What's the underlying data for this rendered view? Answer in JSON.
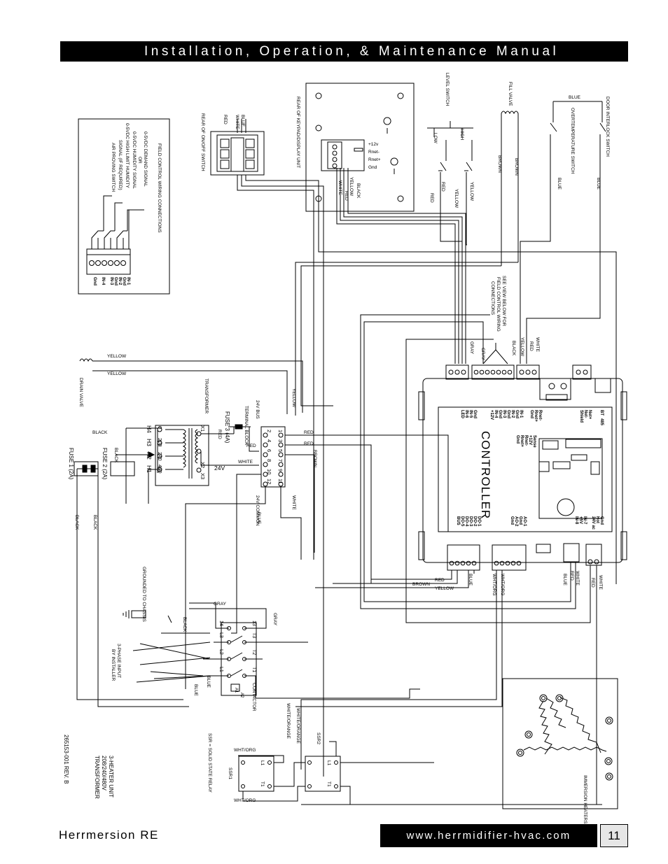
{
  "header": {
    "title": "Installation, Operation, & Maintenance Manual"
  },
  "footer": {
    "brand": "Herrmersion RE",
    "url": "www.herrmidifier-hvac.com",
    "page": "11"
  },
  "diagram": {
    "controller": "CONTROLLER",
    "field_wiring": {
      "title": "FIELD CONTROL WIRING CONNECTIONS",
      "demand": "0-5VDC DEMAND SIGNAL",
      "or": "OR",
      "humidity": "0-5VDC HUMIDITY SIGNAL",
      "highlimit": "0-5VDC HIGH LIMIT HUMIDITY",
      "signal": "SIGNAL (IF REQUIRED)",
      "airproving": "AIR PROVING SWITCH",
      "terminals": [
        "IN-1",
        "Gnd",
        "IN-2",
        "Gnd",
        "IN-3",
        "IN-4",
        "Gnd"
      ]
    },
    "keypad": {
      "label": "REAR OF KEYPAD/DISPLAY UNIT",
      "terminals": [
        "+12v",
        "Rnet-",
        "Rnet+",
        "Gnd"
      ],
      "wires": [
        "BLACK",
        "YELLOW",
        "RED",
        "WHITE"
      ]
    },
    "onoff": {
      "label": "REAR OF ON/OFF SWITCH",
      "blue": "BLUE",
      "white": "WHITE",
      "red": "RED"
    },
    "level_switch": {
      "label": "LEVEL SWITCH",
      "low": "LOW",
      "high": "HIGH",
      "red": "RED",
      "yellow": "YELLOW"
    },
    "fill_valve": {
      "label": "FILL VALVE",
      "brown": "BROWN"
    },
    "door": {
      "door": "DOOR INTERLOCK SWITCH",
      "overtemp": "OVERTEMPERATURE SWITCH",
      "blue": "BLUE"
    },
    "see_view": [
      "SEE VIEW BELOW FOR",
      "FIELD CONTROL WIRING",
      "CONNECTIONS"
    ],
    "ctrl_wire_labels": {
      "gray": "GRAY",
      "white": "WHITE",
      "red": "RED",
      "yellow": "YELLOW",
      "black": "BLACK"
    },
    "ctrl_terms_top": [
      "Gnd",
      "IN-5",
      "IN-6",
      "LED",
      "IN-1",
      "Gnd",
      "IN-2",
      "Gnd",
      "IN-3",
      "Gnd",
      "IN-4",
      "+12V",
      "Rnet-",
      "Rnet+",
      "Gnd",
      "Net+",
      "Net-",
      "Shield",
      "BT",
      "485"
    ],
    "ctrl_terms_bot": [
      "Gnd",
      "Hot",
      "24V ac",
      "IN-7",
      "+5V",
      "IN-8",
      "AO-1",
      "Gnd",
      "AO-2",
      "Gnd",
      "DO-1",
      "DO-2",
      "DO-3",
      "DO-4",
      "DO-5",
      "BUS"
    ],
    "ctrl_sense": [
      "Sense",
      "+12V",
      "Rnet-",
      "Rnet+",
      "Gnd"
    ],
    "ctrl_bottom_wires": {
      "red": "RED",
      "yellow": "YELLOW",
      "brown": "BROWN",
      "blue": "BLUE",
      "whtorg": "WHT/ORG",
      "white": "WHITE"
    },
    "drain": {
      "label": "DRAIN VALVE",
      "yellow": "YELLOW"
    },
    "transformer": {
      "label": "TRANSFORMER",
      "taps": [
        "H4",
        "H3",
        "H2",
        "H1"
      ],
      "volts": [
        "0",
        "208",
        "240",
        "480"
      ],
      "x": [
        "X1",
        "X2",
        "X3"
      ],
      "out": "24V",
      "fuse3": "FUSE 3 (4A)",
      "red": "RED",
      "white": "WHITE",
      "black": "BLACK"
    },
    "terminal_block": {
      "label": "TERMINAL BLOCK",
      "bus": "24V BUS",
      "common": "24V COMMON",
      "numbers": [
        "2",
        "4",
        "6",
        "8",
        "10",
        "12",
        "1",
        "3",
        "5",
        "7",
        "9",
        "11"
      ],
      "red": "RED",
      "brown": "BROWN",
      "blue": "BLUE",
      "white": "WHITE",
      "yellow": "YELLOW"
    },
    "fuses": {
      "fuse1": "FUSE 1 (2A)",
      "fuse2": "FUSE 2 (2A)",
      "black": "BLACK"
    },
    "contactor": {
      "label": "CONTACTOR",
      "lines": [
        "L1",
        "L2",
        "L3",
        "T1",
        "T2",
        "T3",
        "14",
        "13",
        "A1",
        "A2"
      ],
      "gray": "GRAY",
      "black": "BLACK",
      "blue": "BLUE"
    },
    "ground": "GROUNDED TO CHASSIS",
    "input": [
      "3-PHASE INPUT",
      "BY INSTALLER"
    ],
    "ssr": {
      "ssr1": "SSR1",
      "ssr2": "SSR2",
      "note": "SSR = SOLID STATE RELAY",
      "whtorg": "WHT/ORG",
      "whiteorange": "WHITE/ORANGE",
      "l1": "L1",
      "t1": "T1"
    },
    "heaters": "IMMERSION HEATERS",
    "unit": [
      "3-HEATER UNIT",
      "208/240/480V",
      "TRANSFORMER"
    ],
    "docnum": "265153-001  REV. B"
  }
}
